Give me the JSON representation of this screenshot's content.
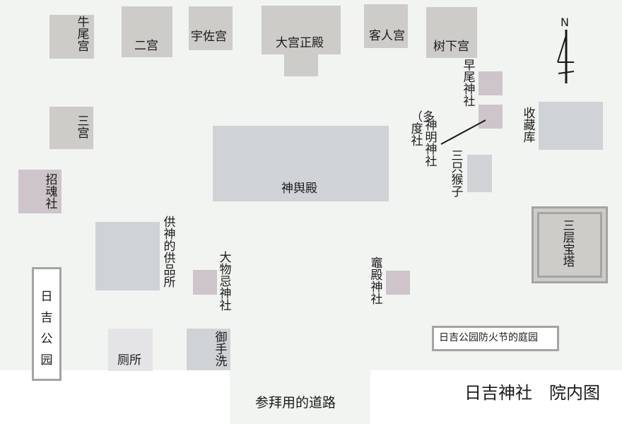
{
  "title": "日吉神社　院内图",
  "north": "N",
  "buildings": {
    "gyubi": "牛尾宫",
    "ninomiya": "二宫",
    "usa": "宇佐宫",
    "omiya": "大宫正殿",
    "marodo": "客人宫",
    "kinoshita": "树下宫",
    "hayao": "早尾神社",
    "shinmei": "神明神社",
    "tado": "（多度社",
    "mitsuzaru": "三只猴子",
    "shuzoko": "收藏库",
    "sannomiya": "三宫",
    "mikoshiden": "神舆殿",
    "shokonsha": "招魂社",
    "kumotsusho": "供神的供品所",
    "daimotsuimi": "大物忌神社",
    "kamadodono": "竈殿神社",
    "sanjunoto": "三层宝塔",
    "park": "日吉公园",
    "toilet": "厕所",
    "temizu": "御手洗",
    "sando": "参拜用的道路",
    "garden": "日吉公园防火节的庭园"
  }
}
